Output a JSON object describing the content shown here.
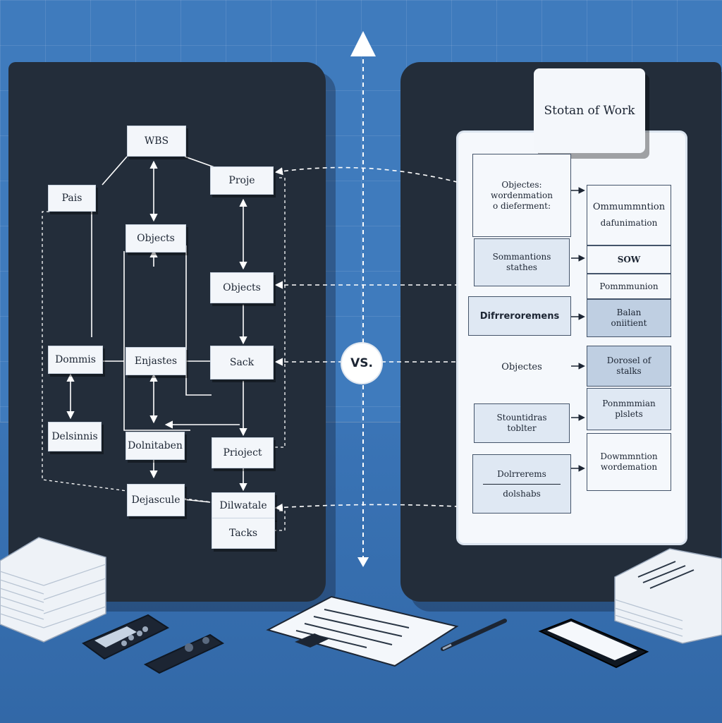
{
  "wbs": {
    "root": "WBS",
    "nodes": {
      "pais": "Pais",
      "proje": "Proje",
      "objects_center": "Objects",
      "objects_right": "Objects",
      "dommis": "Dommis",
      "enjastes": "Enjastes",
      "sack": "Sack",
      "delsinnis": "Delsinnis",
      "dolnitaben": "Dolnitaben",
      "prioject": "Prioject",
      "dejascule": "Dejascule",
      "dilwatale": "Dilwatale",
      "tacks": "Tacks"
    }
  },
  "versus": {
    "label": "VS."
  },
  "sow": {
    "title": "Stotan of Work",
    "cards": {
      "obj_main_line1": "Objectes:",
      "obj_main_line2": "wordenmation",
      "obj_main_line3": "o dieferment:",
      "somm_line1": "Sommantions",
      "somm_line2": "stathes",
      "diff": "Difrreroremens",
      "objectes": "Objectes",
      "stoun_line1": "Stountidras",
      "stoun_line2": "toblter",
      "dolr_line1": "Dolrrerems",
      "dolr_line2": "dolshabs",
      "omm_line1": "Ommummntion",
      "omm_line2": "dafunimation",
      "sow": "SOW",
      "pomm": "Pommmunion",
      "balan_line1": "Balan",
      "balan_line2": "oniitient",
      "dosal_line1": "Dorosel of",
      "dosal_line2": "stalks",
      "ponn_line1": "Ponmmmian",
      "ponn_line2": "plslets",
      "dowr_line1": "Dowmmntion",
      "dowr_line2": "wordemation"
    }
  },
  "colors": {
    "background": "#3f7bbd",
    "panel": "#232d3a",
    "node": "#f3f6fa",
    "accent_card": "#bfcfe2"
  }
}
